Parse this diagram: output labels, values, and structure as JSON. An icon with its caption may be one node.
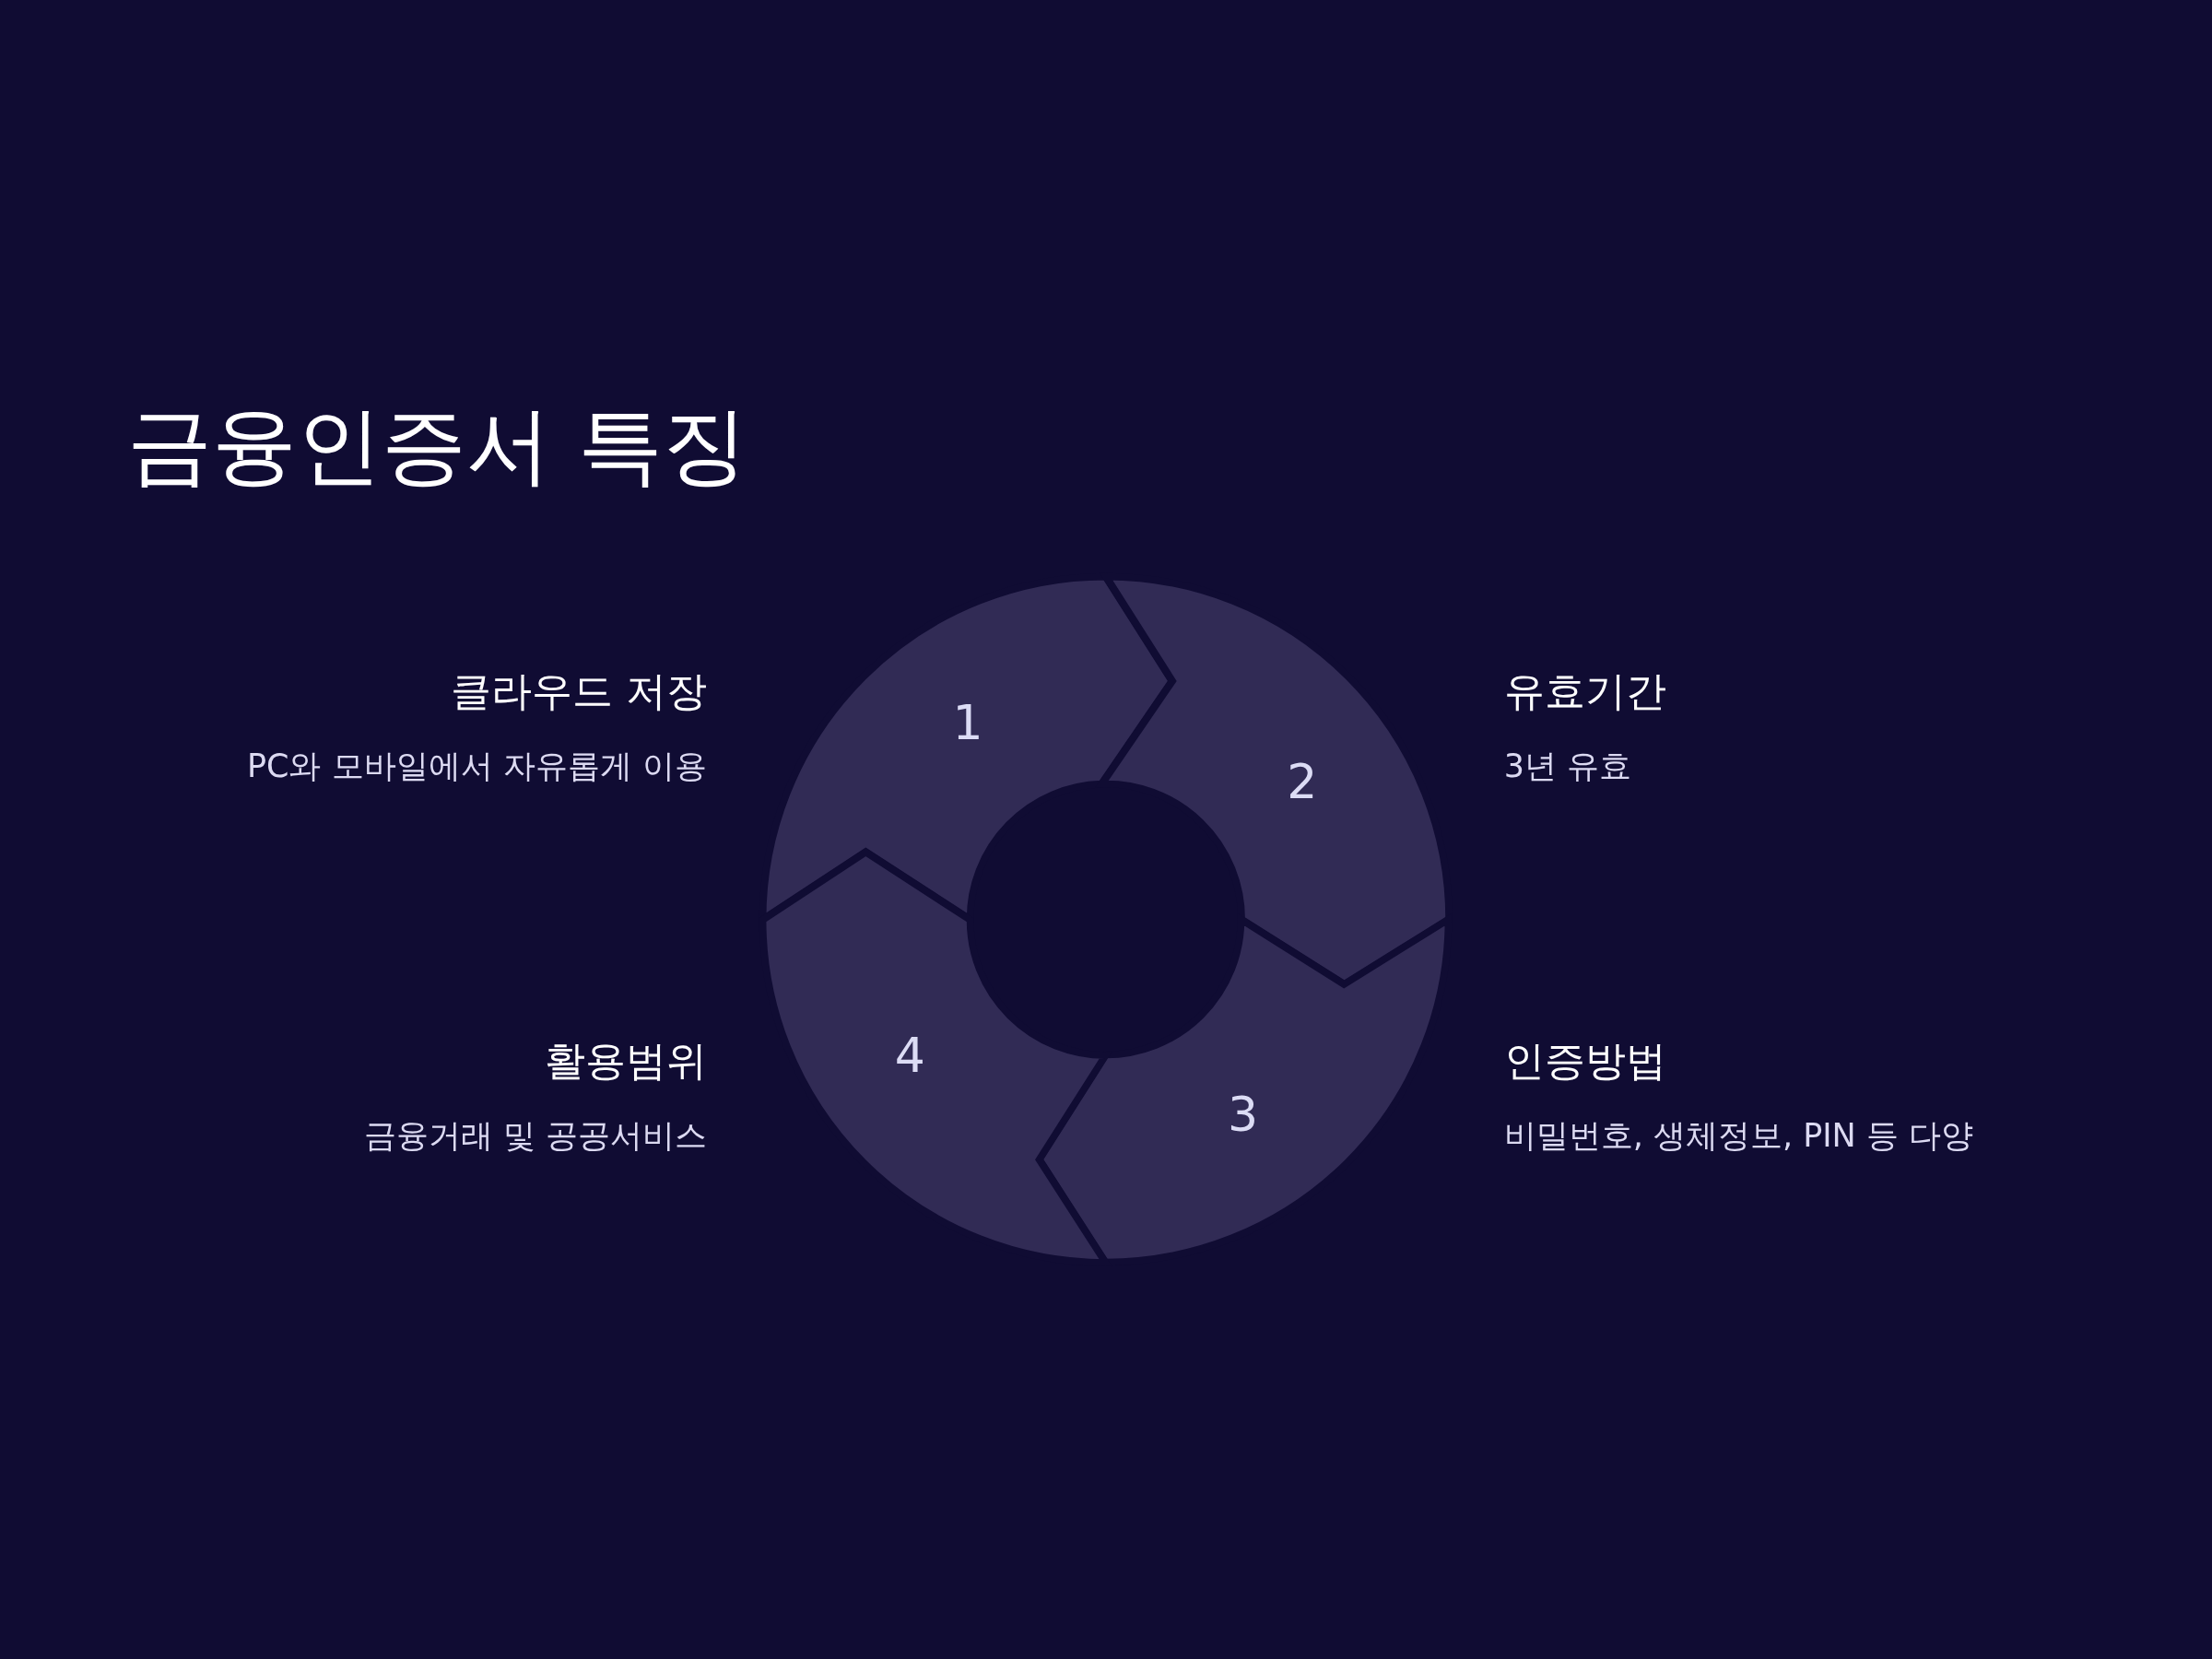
{
  "diagram": {
    "title": "금융인증서 특징",
    "nodes": [
      {
        "text": [
          "1"
        ],
        "beside": [
          "클라우드 저장",
          "PC와 모바일에서 자유롭게 이용"
        ]
      },
      {
        "text": [
          "2"
        ],
        "beside": [
          "유효기간",
          "3년 유효"
        ]
      },
      {
        "text": [
          "3"
        ],
        "beside": [
          "인증방법",
          "비밀번호, 생체정보, PIN 등 다양"
        ]
      },
      {
        "text": [
          "4"
        ],
        "beside": [
          "활용범위",
          "금융거래 및 공공서비스"
        ]
      }
    ],
    "edges": []
  }
}
